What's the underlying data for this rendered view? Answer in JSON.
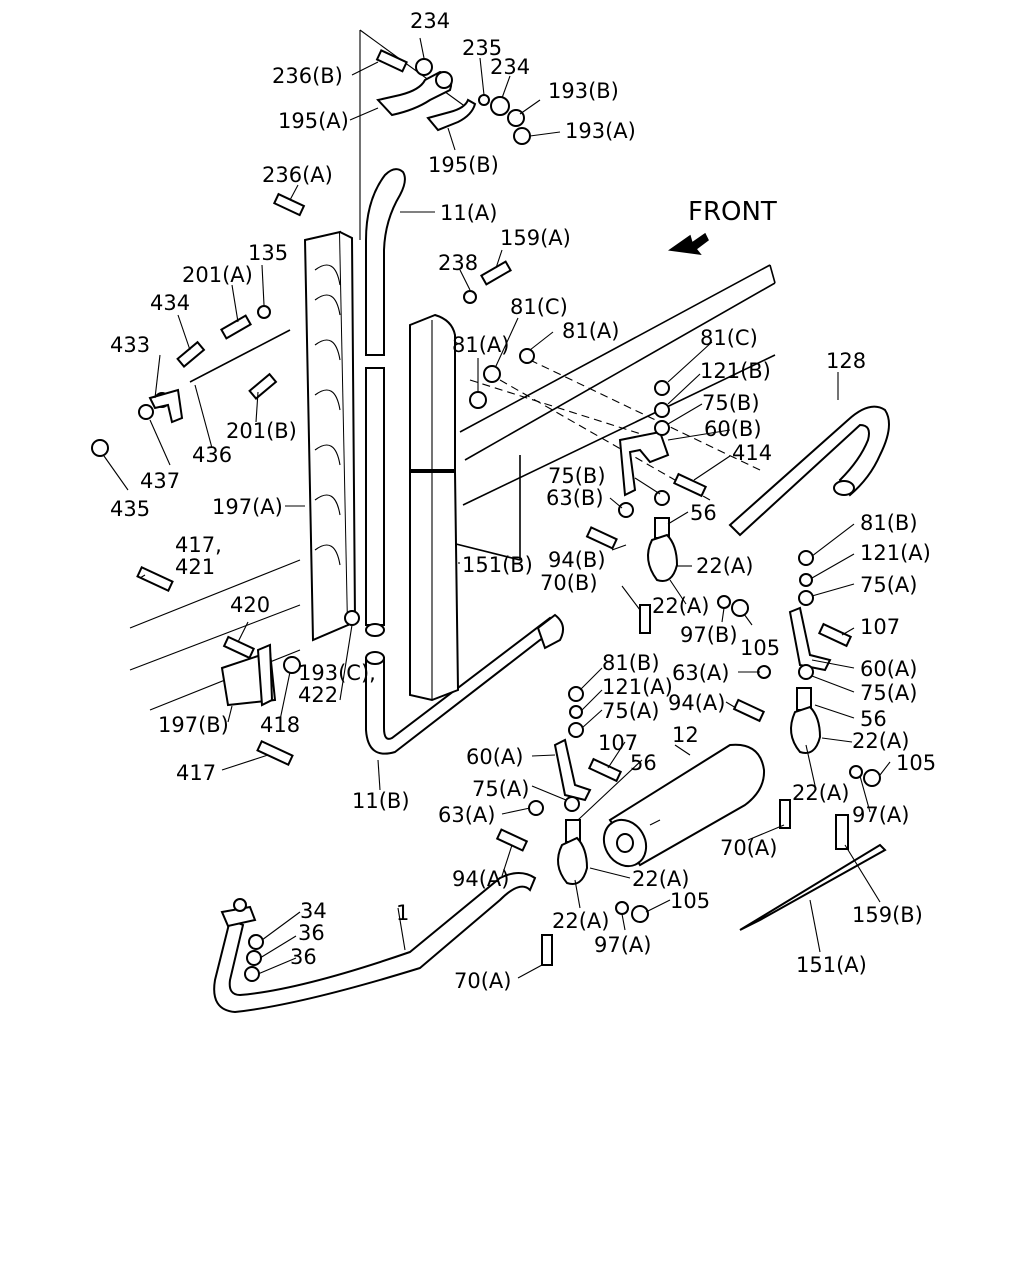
{
  "diagram": {
    "front_label": "FRONT",
    "colors": {
      "ink": "#000000",
      "paper": "#ffffff"
    },
    "labels": [
      "234",
      "236(B)",
      "235",
      "234",
      "193(B)",
      "195(A)",
      "193(A)",
      "195(B)",
      "236(A)",
      "11(A)",
      "159(A)",
      "238",
      "135",
      "201(A)",
      "434",
      "81(C)",
      "81(A)",
      "81(A)",
      "81(C)",
      "433",
      "121(B)",
      "128",
      "75(B)",
      "201(B)",
      "60(B)",
      "436",
      "414",
      "437",
      "75(B)",
      "63(B)",
      "435",
      "197(A)",
      "56",
      "81(B)",
      "94(B)",
      "121(A)",
      "22(A)",
      "417,\n421",
      "151(B)",
      "75(A)",
      "70(B)",
      "420",
      "107",
      "22(A)",
      "97(B)",
      "105",
      "60(A)",
      "81(B)",
      "63(A)",
      "75(A)",
      "121(A)",
      "193(C),\n422",
      "197(B)",
      "418",
      "94(A)",
      "75(A)",
      "56",
      "107",
      "12",
      "22(A)",
      "60(A)",
      "56",
      "417",
      "105",
      "22(A)",
      "75(A)",
      "11(B)",
      "97(A)",
      "63(A)",
      "70(A)",
      "94(A)",
      "22(A)",
      "34",
      "105",
      "159(B)",
      "22(A)",
      "97(A)",
      "36",
      "36",
      "151(A)",
      "70(A)",
      "1"
    ]
  }
}
